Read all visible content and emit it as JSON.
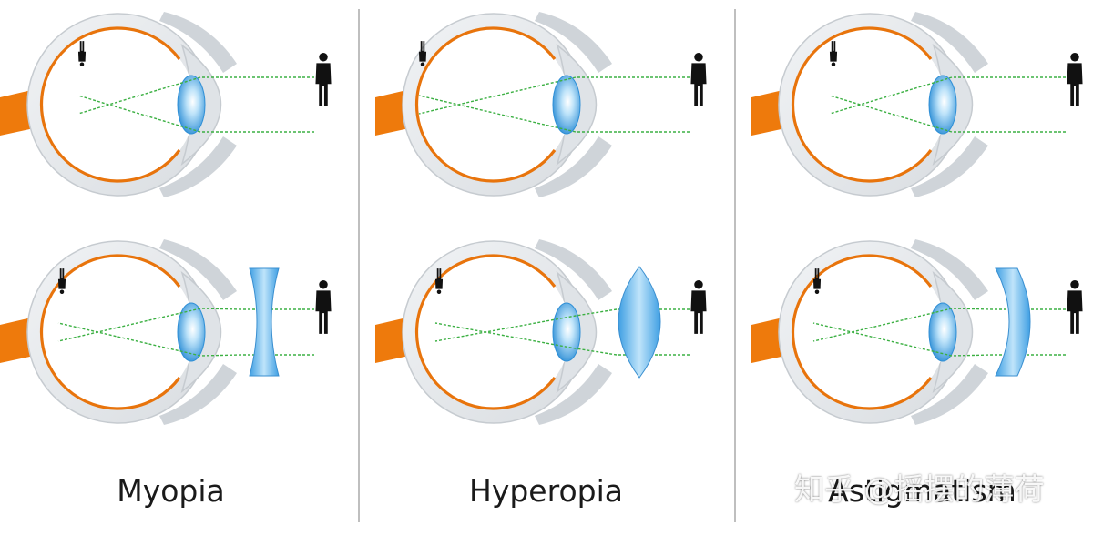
{
  "columns": [
    {
      "label": "Myopia",
      "type": "myopia"
    },
    {
      "label": "Hyperopia",
      "type": "hyperopia"
    },
    {
      "label": "Astigmatism",
      "type": "astigmatism"
    }
  ],
  "watermark": "知乎 @摇摆的薄荷",
  "colors": {
    "retina": "#e8740c",
    "optic_nerve": "#ee7a0c",
    "sclera": "#e4e7ea",
    "sclera_edge": "#c6cbd0",
    "lens": "#49a8e8",
    "corrective_lens": "#5fb6ec",
    "light_ray": "#3cb043",
    "figure": "#111111",
    "divider": "#bfbfbf"
  }
}
